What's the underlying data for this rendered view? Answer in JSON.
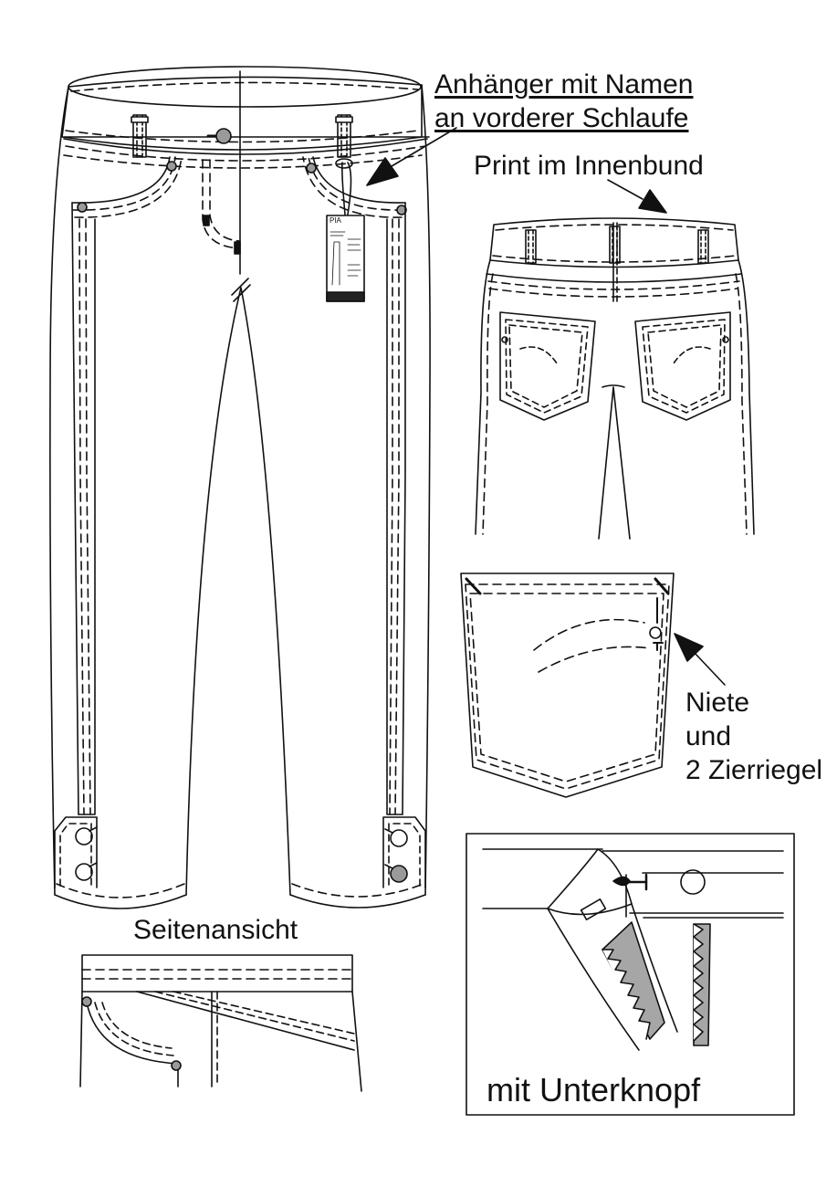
{
  "labels": {
    "tag_line1": "Anhänger mit Namen",
    "tag_line2": "an vorderer Schlaufe",
    "inner_waistband": "Print im Innenbund",
    "rivet_line1": "Niete",
    "rivet_line2": "und",
    "rivet_line3": "2 Zierriegel",
    "side_view": "Seitenansicht",
    "under_button": "mit Unterknopf"
  },
  "hang_tag": {
    "brand": "PIA"
  },
  "colors": {
    "line": "#111111",
    "rivet_fill": "#9a9a9a",
    "zipper_fill": "#a6a6a6",
    "tag_band": "#222222"
  }
}
